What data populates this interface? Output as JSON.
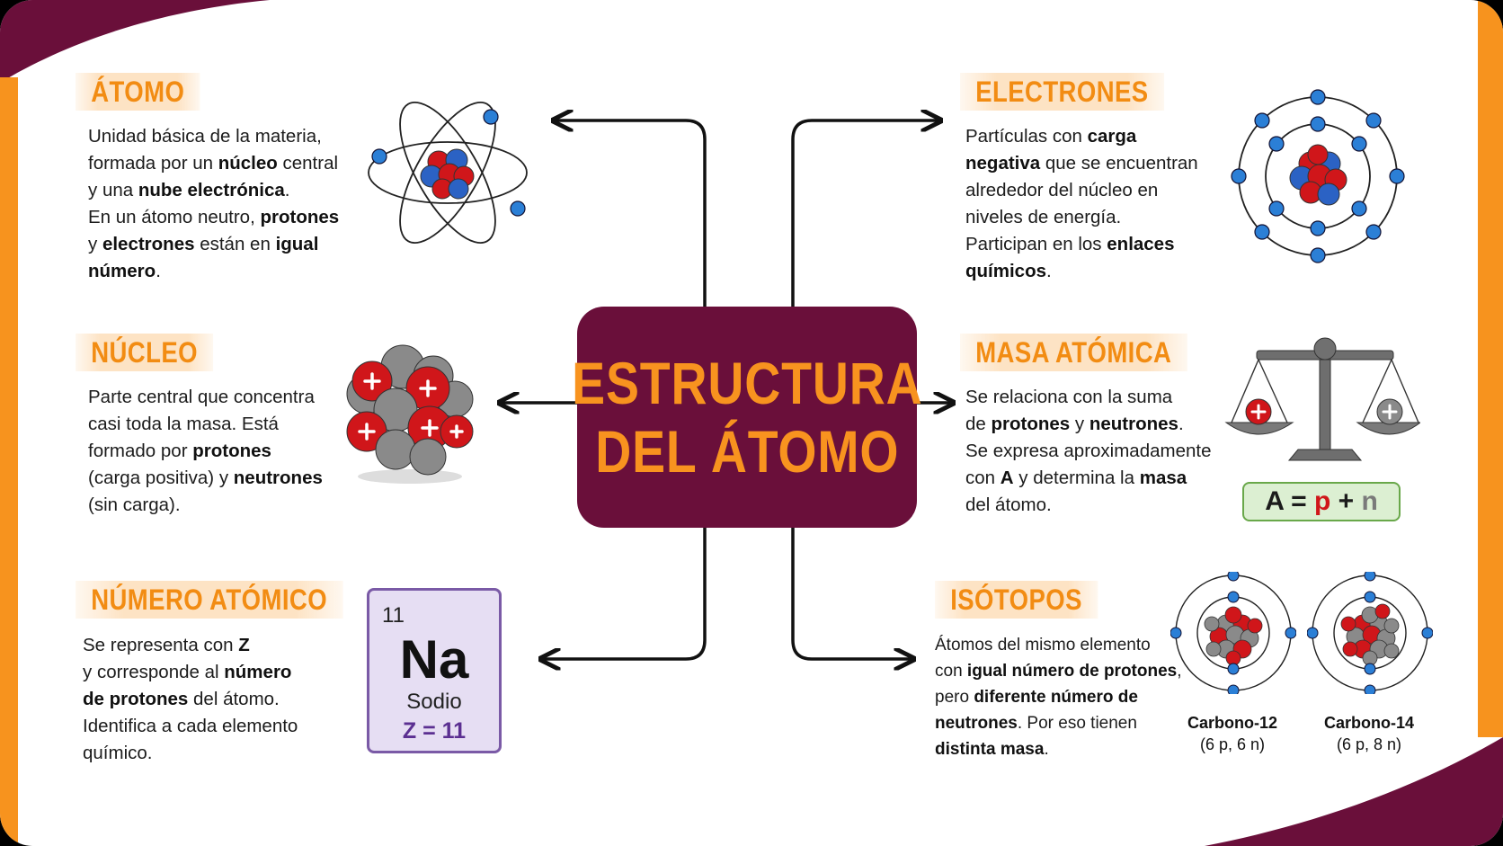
{
  "title": {
    "line1": "ESTRUCTURA",
    "line2": "DEL ÁTOMO"
  },
  "colors": {
    "heading": "#f28c13",
    "heading_bg": "#fde3c4",
    "center_bg": "#6a0f3a",
    "center_text": "#f8931f",
    "frame": "#6a0f3a",
    "accent": "#f7931e",
    "proton": "#d0161a",
    "neutron": "#8a8a8a",
    "electron": "#2b7fd6"
  },
  "sections": {
    "atomo": {
      "title": "ÁTOMO",
      "lines": [
        [
          "Unidad básica de la materia,"
        ],
        [
          "formada por un ",
          {
            "b": "núcleo"
          },
          " central"
        ],
        [
          "y una ",
          {
            "b": "nube electrónica"
          },
          "."
        ],
        [
          "En un átomo neutro, ",
          {
            "b": "protones"
          }
        ],
        [
          "y ",
          {
            "b": "electrones"
          },
          " están en ",
          {
            "b": "igual"
          }
        ],
        [
          {
            "b": "número"
          },
          "."
        ]
      ],
      "icon": "atom-orbit-icon"
    },
    "nucleo": {
      "title": "NÚCLEO",
      "lines": [
        [
          "Parte central que concentra"
        ],
        [
          "casi toda la masa. Está"
        ],
        [
          "formado por ",
          {
            "b": "protones"
          }
        ],
        [
          "(carga positiva) y ",
          {
            "b": "neutrones"
          }
        ],
        [
          "(sin carga)."
        ]
      ],
      "icon": "nucleus-icon"
    },
    "numero_atomico": {
      "title": "NÚMERO ATÓMICO",
      "lines": [
        [
          "Se representa con ",
          {
            "b": "Z"
          }
        ],
        [
          "y corresponde al ",
          {
            "b": "número"
          }
        ],
        [
          {
            "b": "de protones"
          },
          " del átomo."
        ],
        [
          "Identifica a cada elemento"
        ],
        [
          "químico."
        ]
      ],
      "element_card": {
        "number": "11",
        "symbol": "Na",
        "name": "Sodio",
        "z": "Z = 11"
      }
    },
    "electrones": {
      "title": "ELECTRONES",
      "lines": [
        [
          "Partículas con ",
          {
            "b": "carga"
          }
        ],
        [
          {
            "b": "negativa"
          },
          " que se encuentran"
        ],
        [
          "alrededor del núcleo en"
        ],
        [
          "niveles de energía."
        ],
        [
          "Participan en los ",
          {
            "b": "enlaces"
          }
        ],
        [
          {
            "b": "químicos"
          },
          "."
        ]
      ],
      "icon": "electron-shells-icon"
    },
    "masa_atomica": {
      "title": "MASA ATÓMICA",
      "lines": [
        [
          "Se relaciona con la suma"
        ],
        [
          "de ",
          {
            "b": "protones"
          },
          " y ",
          {
            "b": "neutrones"
          },
          "."
        ],
        [
          "Se expresa aproximadamente"
        ],
        [
          "con ",
          {
            "b": "A"
          },
          " y determina la ",
          {
            "b": "masa"
          }
        ],
        [
          "del átomo."
        ]
      ],
      "formula": {
        "a": "A",
        "eq": " = ",
        "p": "p",
        "plus": " + ",
        "n": "n"
      },
      "icon": "balance-scale-icon"
    },
    "isotopos": {
      "title": "ISÓTOPOS",
      "lines": [
        [
          "Átomos del mismo elemento"
        ],
        [
          "con ",
          {
            "b": "igual número de protones"
          },
          ","
        ],
        [
          "pero ",
          {
            "b": "diferente número de"
          }
        ],
        [
          {
            "b": "neutrones"
          },
          ". Por eso tienen"
        ],
        [
          {
            "b": "distinta masa"
          },
          "."
        ]
      ],
      "examples": [
        {
          "name": "Carbono-12",
          "detail": "(6 p, 6 n)"
        },
        {
          "name": "Carbono-14",
          "detail": "(6 p, 8 n)"
        }
      ]
    }
  }
}
